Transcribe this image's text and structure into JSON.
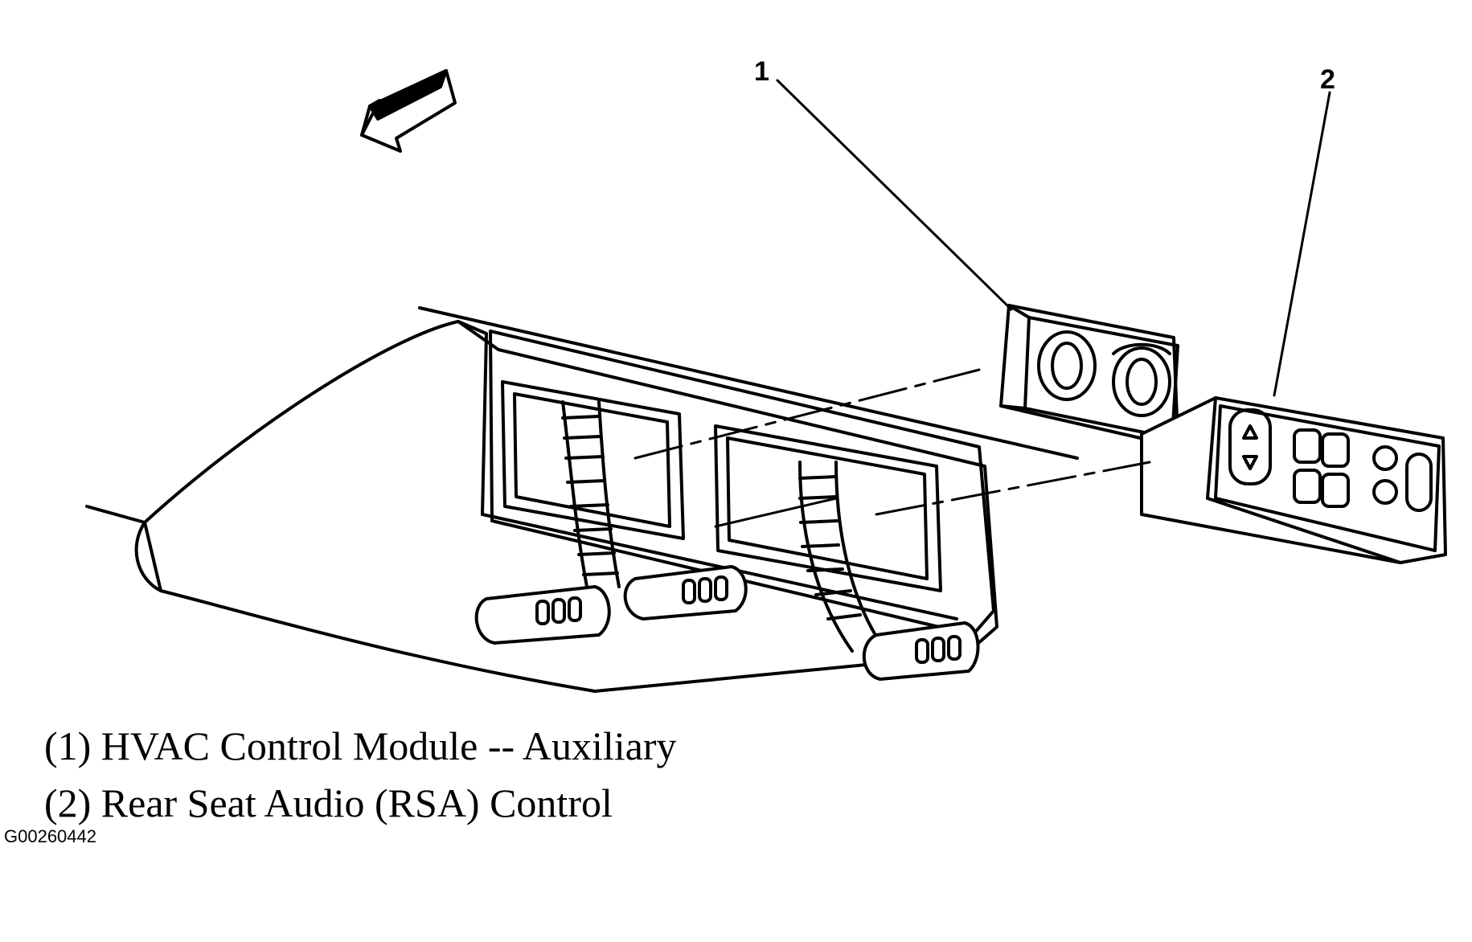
{
  "callouts": [
    {
      "number": "1"
    },
    {
      "number": "2"
    }
  ],
  "legend": [
    {
      "text": "(1) HVAC Control Module -- Auxiliary"
    },
    {
      "text": "(2) Rear Seat Audio (RSA) Control"
    }
  ],
  "figure_id": "G00260442",
  "icons": [
    "front-direction-arrow-icon",
    "hvac-knob-icon",
    "rsa-button-icon",
    "connector-icon"
  ]
}
